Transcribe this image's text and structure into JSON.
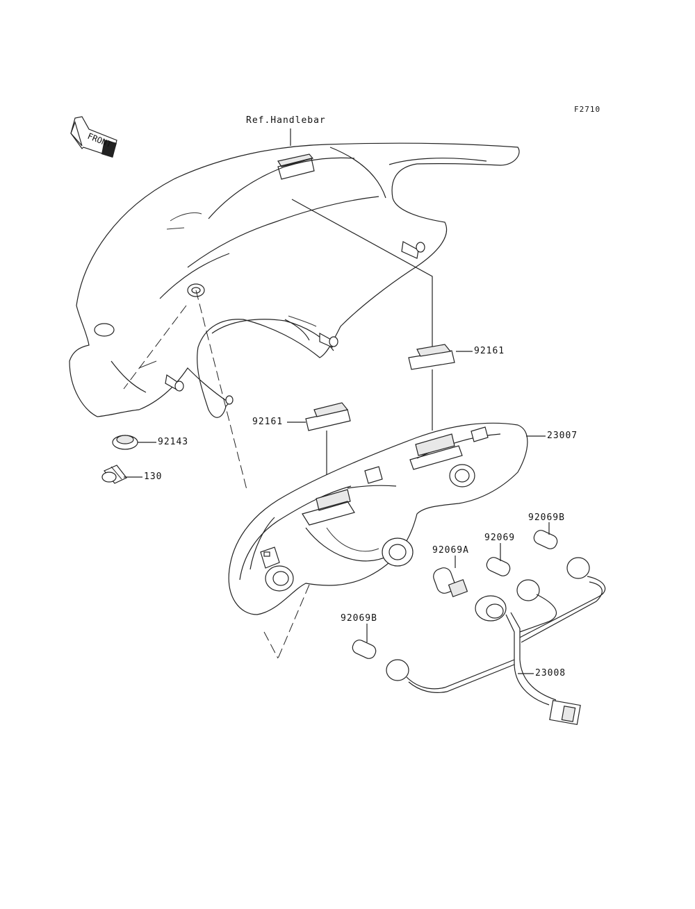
{
  "figure_id": "F2710",
  "orientation_badge": "FRONT",
  "labels": {
    "ref_handlebar": "Ref.Handlebar",
    "p92161_upper": "92161",
    "p92161_lower": "92161",
    "p23007": "23007",
    "p92143": "92143",
    "p130": "130",
    "p92069B_upper": "92069B",
    "p92069": "92069",
    "p92069A": "92069A",
    "p92069B_lower": "92069B",
    "p23008": "23008"
  }
}
